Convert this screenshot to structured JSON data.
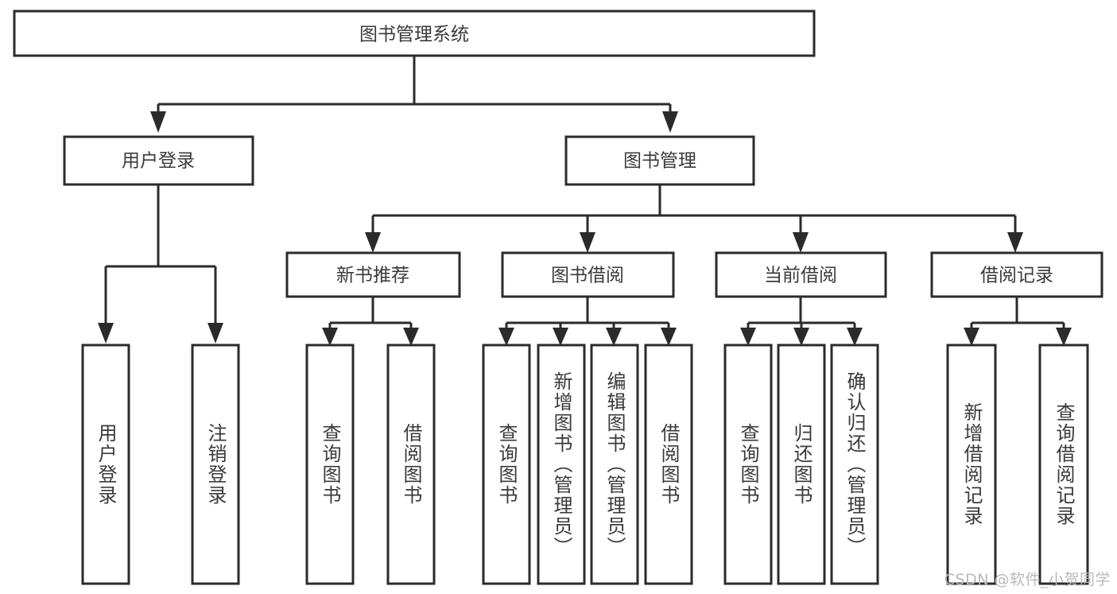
{
  "diagram": {
    "kind": "hierarchy-tree",
    "title": "图书管理系统",
    "watermark": "CSDN @软件_小贺同学",
    "colors": {
      "background": "#ffffff",
      "stroke": "#2b2b2b",
      "text": "#3a3a3a",
      "watermark": "#b9b9b9"
    },
    "root": {
      "label": "图书管理系统"
    },
    "level2": [
      {
        "label": "用户登录"
      },
      {
        "label": "图书管理"
      }
    ],
    "level3": [
      {
        "label": "新书推荐"
      },
      {
        "label": "图书借阅"
      },
      {
        "label": "当前借阅"
      },
      {
        "label": "借阅记录"
      }
    ],
    "leaves": {
      "user_login": [
        {
          "label": "用户登录"
        },
        {
          "label": "注销登录"
        }
      ],
      "new_book_recommend": [
        {
          "label": "查询图书"
        },
        {
          "label": "借阅图书"
        }
      ],
      "book_borrow": [
        {
          "label": "查询图书"
        },
        {
          "label": "新增图书（管理员）"
        },
        {
          "label": "编辑图书（管理员）"
        },
        {
          "label": "借阅图书"
        }
      ],
      "current_borrow": [
        {
          "label": "查询图书"
        },
        {
          "label": "归还图书"
        },
        {
          "label": "确认归还（管理员）"
        }
      ],
      "borrow_record": [
        {
          "label": "新增借阅记录"
        },
        {
          "label": "查询借阅记录"
        }
      ]
    }
  }
}
